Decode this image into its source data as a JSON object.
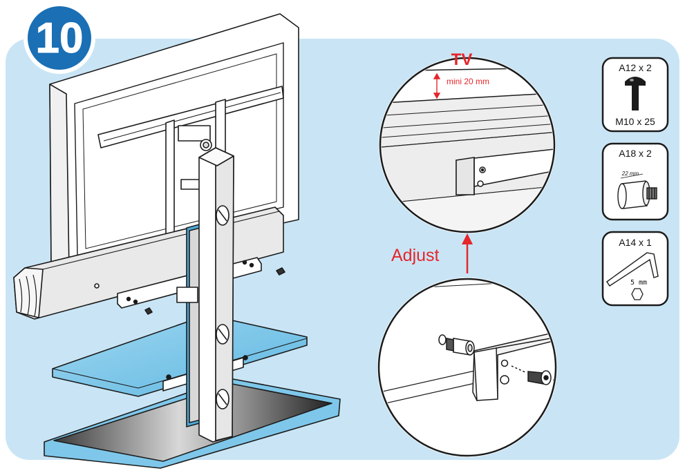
{
  "step": {
    "number": "10"
  },
  "colors": {
    "panel": "#c9e5f5",
    "badge": "#1a6fb5",
    "callout_red": "#e5262b",
    "shelf_glass": "#7ec7ea",
    "outline": "#1b1b1b"
  },
  "detail_top": {
    "tv_label": "TV",
    "gap_label": "mini 20 mm"
  },
  "adjust_label": "Adjust",
  "parts": [
    {
      "code": "A12 x 2",
      "spec": "M10 x 25",
      "icon": "bolt-icon"
    },
    {
      "code": "A18 x 2",
      "spec": "22 mm",
      "icon": "spacer-icon"
    },
    {
      "code": "A14 x 1",
      "spec": "5 mm",
      "icon": "hex-key-icon"
    }
  ]
}
